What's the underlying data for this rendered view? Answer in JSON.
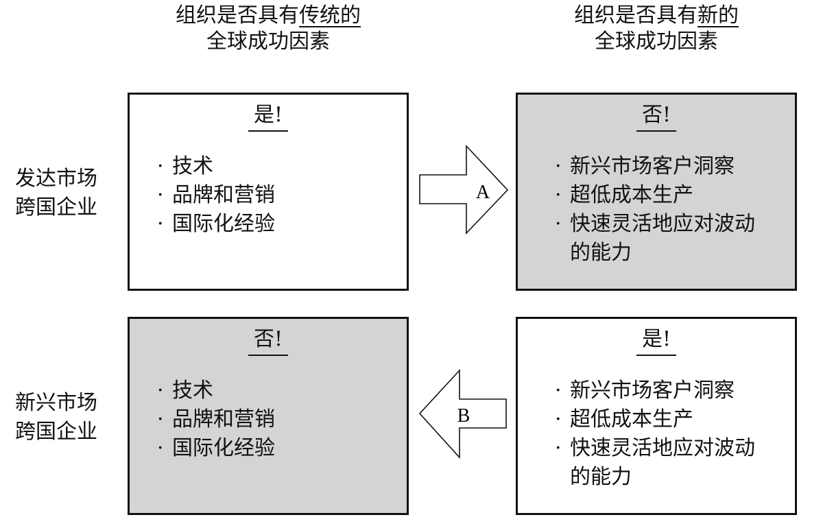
{
  "columns": {
    "left": {
      "prefix": "组织是否具有",
      "emphasis": "传统的",
      "line2": "全球成功因素"
    },
    "right": {
      "prefix": "组织是否具有",
      "emphasis": "新的",
      "line2": "全球成功因素"
    }
  },
  "rows": {
    "developed": {
      "line1": "发达市场",
      "line2": "跨国企业"
    },
    "emerging": {
      "line1": "新兴市场",
      "line2": "跨国企业"
    }
  },
  "boxes": {
    "top_left": {
      "verdict": "是!",
      "items": [
        "技术",
        "品牌和营销",
        "国际化经验"
      ]
    },
    "top_right": {
      "verdict": "否!",
      "items": [
        "新兴市场客户洞察",
        "超低成本生产",
        "快速灵活地应对波动的能力"
      ]
    },
    "bottom_left": {
      "verdict": "否!",
      "items": [
        "技术",
        "品牌和营销",
        "国际化经验"
      ]
    },
    "bottom_right": {
      "verdict": "是!",
      "items": [
        "新兴市场客户洞察",
        "超低成本生产",
        "快速灵活地应对波动的能力"
      ]
    }
  },
  "arrows": {
    "a": {
      "label": "A",
      "direction": "right"
    },
    "b": {
      "label": "B",
      "direction": "left"
    }
  },
  "bullet": "·",
  "colors": {
    "box_gray": "#d4d4d4",
    "box_white": "#ffffff",
    "stroke": "#111111"
  }
}
